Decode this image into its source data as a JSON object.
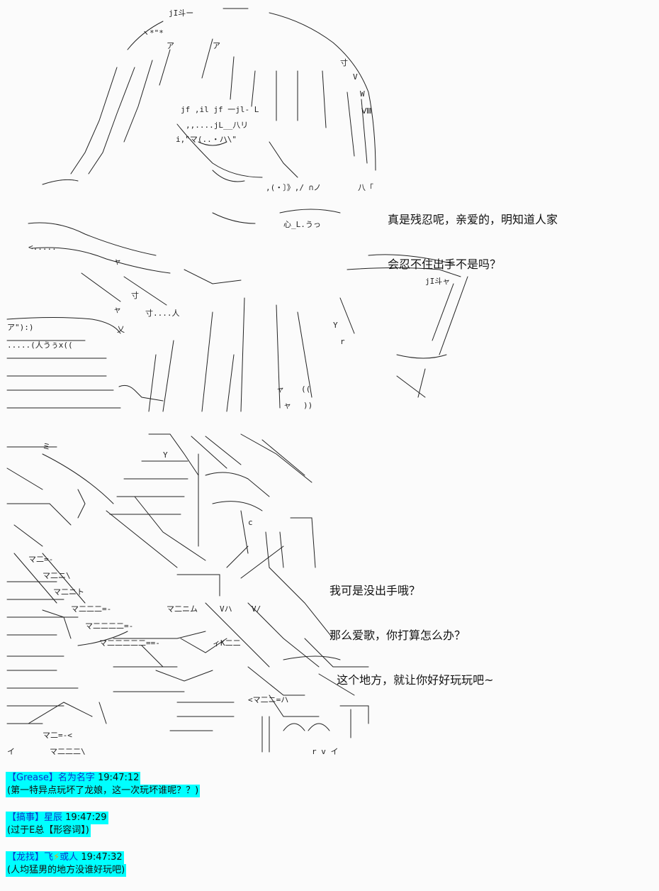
{
  "panel1": {
    "dialogue": [
      "真是残忍呢，亲爱的，明知道人家",
      "会忍不住出手不是吗？"
    ],
    "art_marks": [
      "jI斗ー",
      "jI斗ャ",
      "ア",
      "ア",
      "寸",
      "V",
      "W",
      "Ⅷ",
      "(・〕》",
      "ノ∩ノ",
      "八「",
      "(人うぅx((",
      "ャ",
      "寸",
      "人",
      "乂",
      "ャ",
      "((",
      "))"
    ]
  },
  "panel2": {
    "dialogue": [
      "我可是没出手哦？",
      "那么爱歌，你打算怎么办？",
      "  这个地方，就让你好好玩玩吧~"
    ],
    "art_marks": [
      "ミ",
      "マ二=-",
      "マ二ニ\\",
      "マ二ニト",
      "マ二二二=-",
      "マ二二二二=-",
      "マ二二二二二==-",
      "マ二ニム",
      "Vハ",
      "V/",
      "ィK二二",
      "<マ二ニ=ハ",
      "マ二=-<",
      "マ二二二\\",
      "r v イ"
    ]
  },
  "comments": [
    {
      "user": "【Grease】名为名字",
      "time": "19:47:12",
      "text": "(第一特异点玩坏了龙娘，这一次玩坏谁呢？？)"
    },
    {
      "user": "【搞事】星辰",
      "time": "19:47:29",
      "text": "(过于E总【形容词】)"
    },
    {
      "user_prefix": "【龙找】飞",
      "user_icon": "⚡",
      "user_suffix": "或人",
      "time": "19:47:32",
      "text": "(人均猛男的地方没谁好玩吧)"
    }
  ],
  "colors": {
    "highlight": "#00ffff",
    "background": "#fbfbfb",
    "bolt": "#f5a600"
  }
}
